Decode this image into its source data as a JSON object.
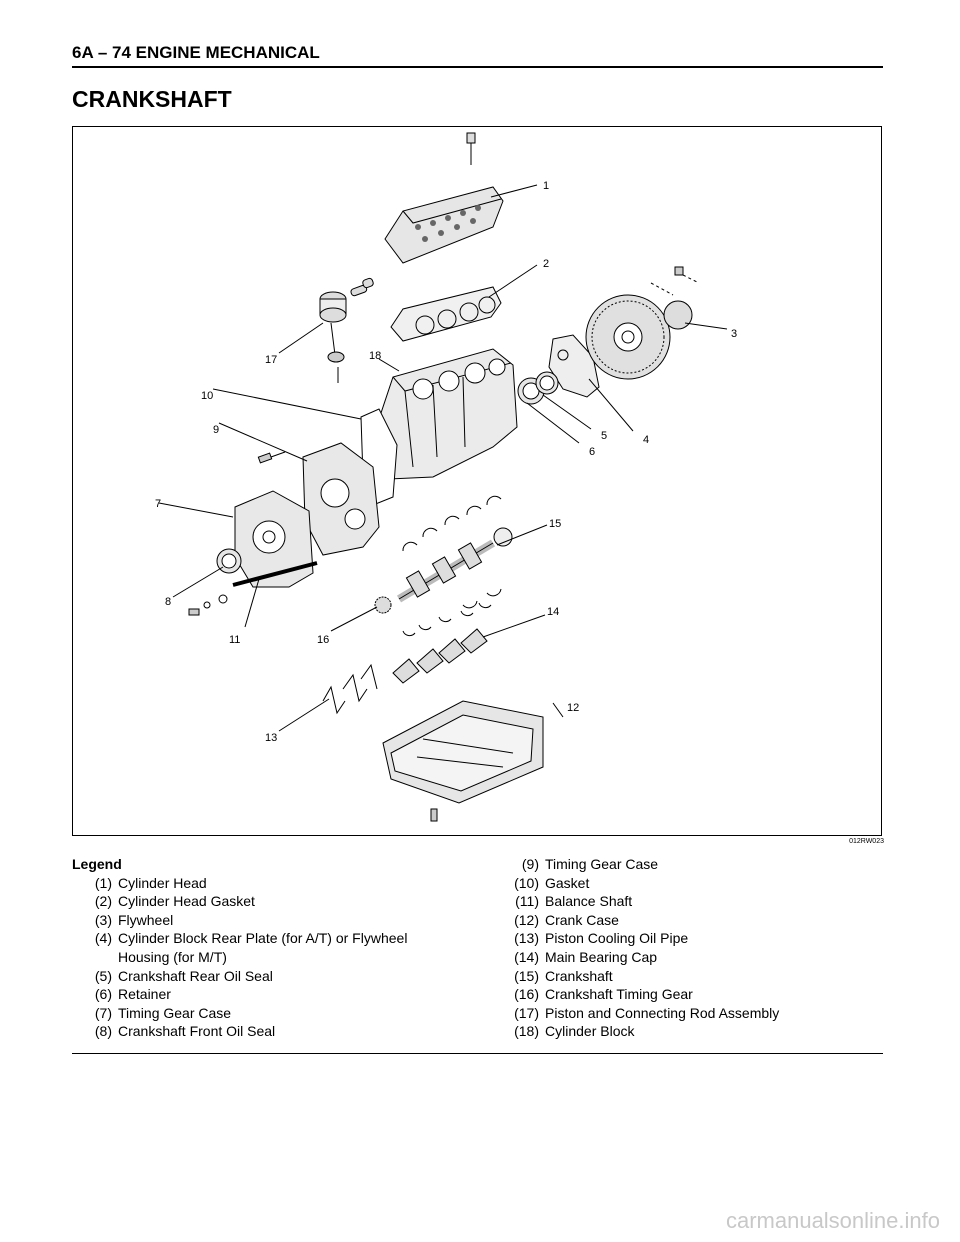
{
  "header": {
    "text": "6A – 74  ENGINE MECHANICAL"
  },
  "section_title": "CRANKSHAFT",
  "figure": {
    "id": "012RW023",
    "callouts": [
      "1",
      "2",
      "3",
      "4",
      "5",
      "6",
      "7",
      "8",
      "9",
      "10",
      "11",
      "12",
      "13",
      "14",
      "15",
      "16",
      "17",
      "18"
    ]
  },
  "legend": {
    "title": "Legend",
    "left": [
      {
        "num": "(1)",
        "label": "Cylinder Head"
      },
      {
        "num": "(2)",
        "label": "Cylinder Head Gasket"
      },
      {
        "num": "(3)",
        "label": "Flywheel"
      },
      {
        "num": "(4)",
        "label": "Cylinder Block Rear Plate (for A/T) or Flywheel"
      },
      {
        "num": "",
        "label": "Housing (for M/T)"
      },
      {
        "num": "(5)",
        "label": "Crankshaft Rear Oil Seal"
      },
      {
        "num": "(6)",
        "label": "Retainer"
      },
      {
        "num": "(7)",
        "label": "Timing Gear Case"
      },
      {
        "num": "(8)",
        "label": "Crankshaft Front Oil Seal"
      }
    ],
    "right": [
      {
        "num": "(9)",
        "label": "Timing Gear Case"
      },
      {
        "num": "(10)",
        "label": "Gasket"
      },
      {
        "num": "(11)",
        "label": "Balance Shaft"
      },
      {
        "num": "(12)",
        "label": "Crank Case"
      },
      {
        "num": "(13)",
        "label": "Piston Cooling Oil Pipe"
      },
      {
        "num": "(14)",
        "label": "Main Bearing Cap"
      },
      {
        "num": "(15)",
        "label": "Crankshaft"
      },
      {
        "num": "(16)",
        "label": "Crankshaft Timing Gear"
      },
      {
        "num": "(17)",
        "label": "Piston and Connecting Rod Assembly"
      },
      {
        "num": "(18)",
        "label": "Cylinder Block"
      }
    ]
  },
  "watermark": "carmanualsonline.info"
}
